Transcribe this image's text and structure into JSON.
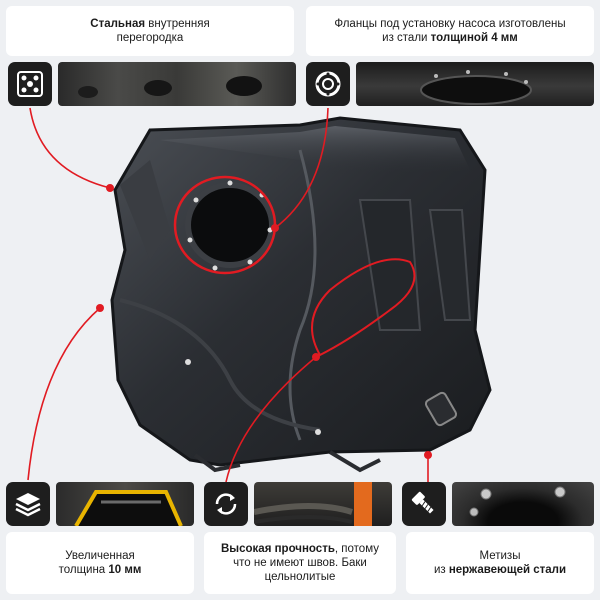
{
  "captions": {
    "top_left": {
      "bold": "Стальная",
      "rest_line1": " внутренняя",
      "line2": "перегородка"
    },
    "top_right": {
      "line1": "Фланцы под установку насоса изготовлены",
      "line2_pre": "из стали ",
      "line2_bold": "толщиной 4 мм"
    },
    "bottom_left": {
      "line1": "Увеличенная",
      "line2_pre": "толщина ",
      "line2_bold": "10 мм"
    },
    "bottom_mid": {
      "bold": "Высокая прочность",
      "line1_rest": ", потому",
      "line2": "что не имеют швов. Баки",
      "line3": "цельнолитые"
    },
    "bottom_right": {
      "line1": "Метизы",
      "line2_pre": "из ",
      "line2_bold": "нержавеющей стали"
    }
  },
  "icons": {
    "top_left": "baffle-plate-icon",
    "top_right": "flange-ring-icon",
    "bottom_left": "layers-icon",
    "bottom_mid": "rotate-arrows-icon",
    "bottom_right": "bolt-icon"
  },
  "colors": {
    "accent": "#e11b22",
    "icon_bg": "#1e1e1e",
    "card_bg": "#ffffff",
    "page_bg": "#eef0f3"
  }
}
